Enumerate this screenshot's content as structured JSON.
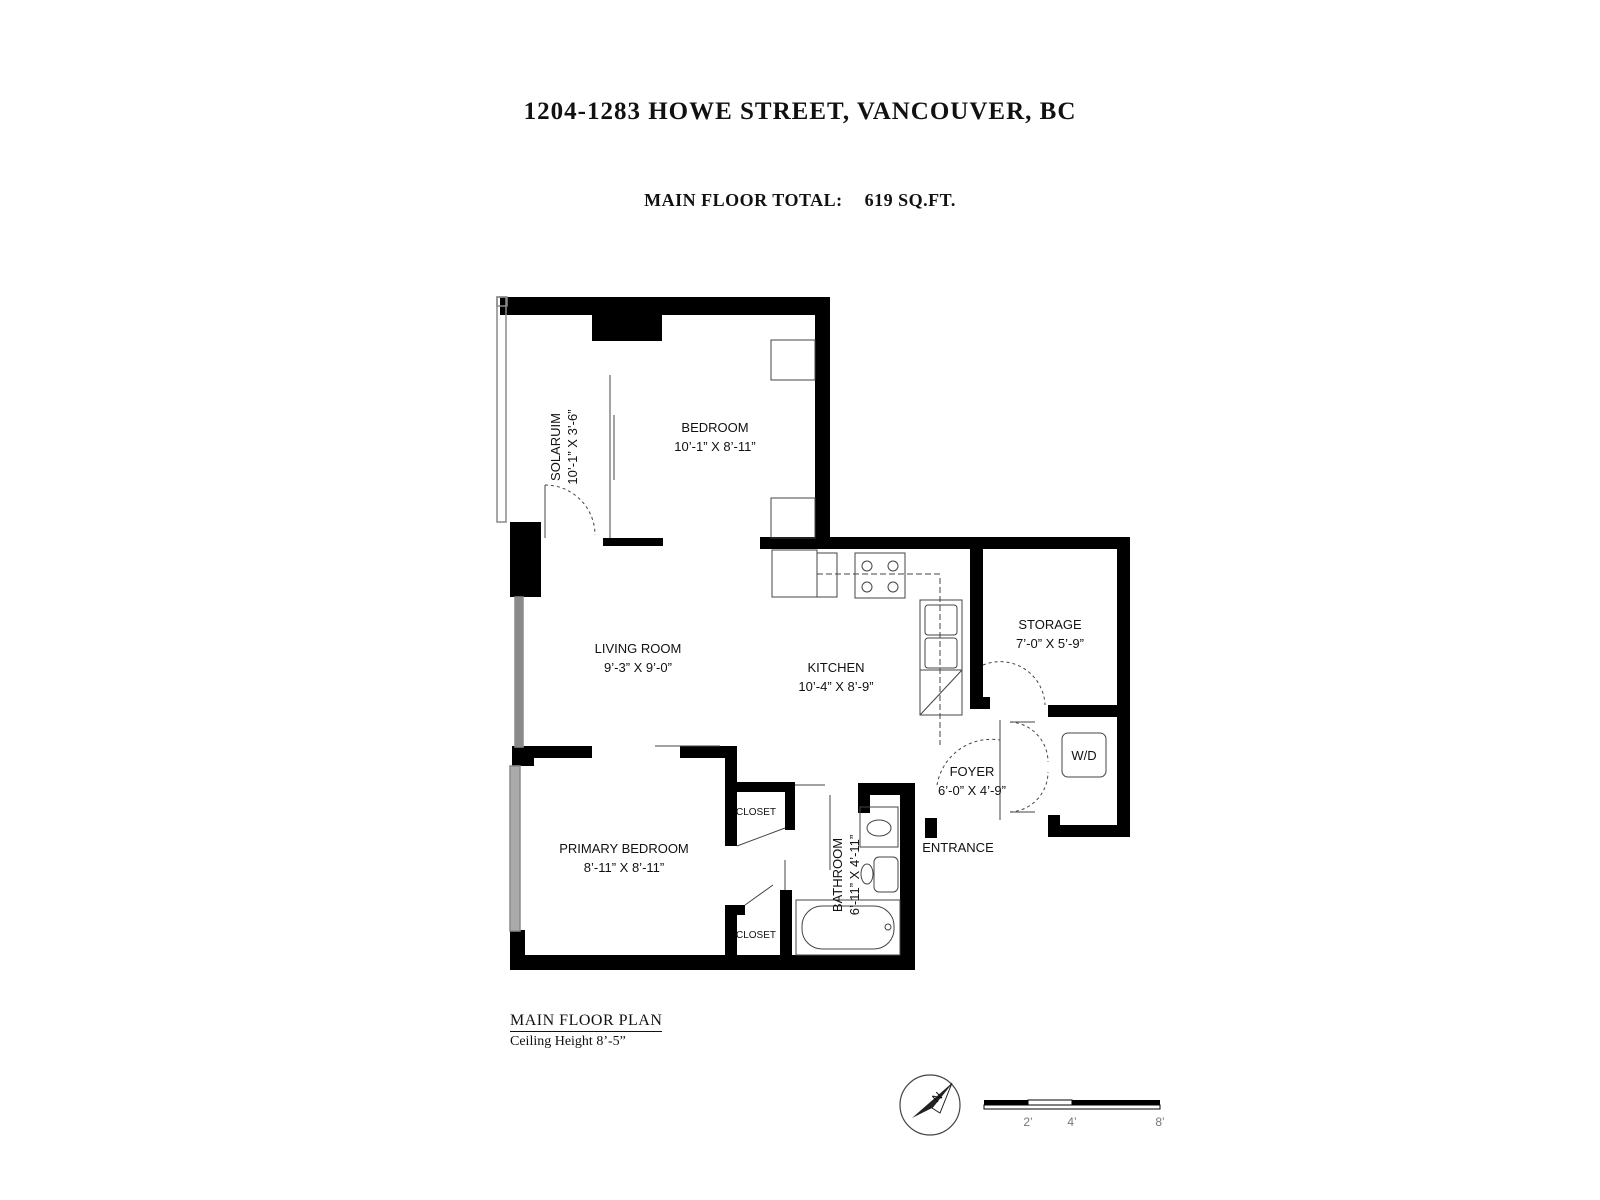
{
  "header": {
    "title": "1204-1283 HOWE STREET, VANCOUVER, BC",
    "area_label": "MAIN FLOOR TOTAL:",
    "area_value": "619 SQ.FT."
  },
  "rooms": {
    "solarium": {
      "name": "SOLARUIM",
      "dims": "10’-1” X 3’-6”"
    },
    "bedroom": {
      "name": "BEDROOM",
      "dims": "10’-1” X 8’-11”"
    },
    "living": {
      "name": "LIVING ROOM",
      "dims": "9’-3” X 9’-0”"
    },
    "kitchen": {
      "name": "KITCHEN",
      "dims": "10’-4” X 8’-9”"
    },
    "storage": {
      "name": "STORAGE",
      "dims": "7’-0” X 5’-9”"
    },
    "wd": {
      "name": "W/D"
    },
    "foyer": {
      "name": "FOYER",
      "dims": "6’-0” X 4’-9”"
    },
    "entrance": {
      "name": "ENTRANCE"
    },
    "closet_upper": {
      "name": "CLOSET"
    },
    "closet_lower": {
      "name": "CLOSET"
    },
    "primary": {
      "name": "PRIMARY BEDROOM",
      "dims": "8’-11” X 8’-11”"
    },
    "bathroom": {
      "name": "BATHROOM",
      "dims": "6’-11” X 4’-11”"
    }
  },
  "footer": {
    "plan_name": "MAIN FLOOR PLAN",
    "ceiling": "Ceiling Height 8’-5”",
    "compass_letter": "N",
    "scale_ticks": [
      "2’",
      "4’",
      "8’"
    ]
  },
  "colors": {
    "wall": "#000000",
    "window": "#8a8a8a",
    "fixture": "#444444"
  }
}
